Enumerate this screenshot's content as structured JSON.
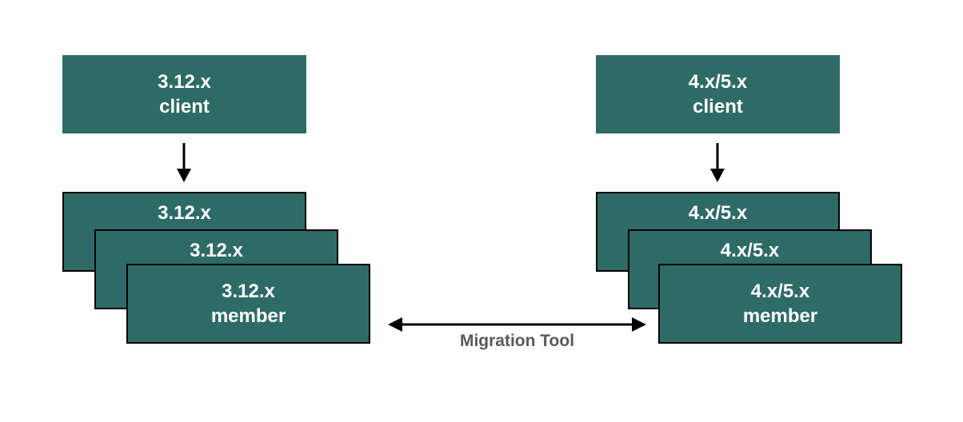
{
  "colors": {
    "box_fill": "#2e6b66",
    "box_border": "#000000",
    "box_text": "#ffffff",
    "arrow": "#000000",
    "migration_label_text": "#595959",
    "background": "#ffffff"
  },
  "left": {
    "client_line1": "3.12.x",
    "client_line2": "client",
    "stack_back": "3.12.x",
    "stack_middle": "3.12.x",
    "member_line1": "3.12.x",
    "member_line2": "member"
  },
  "right": {
    "client_line1": "4.x/5.x",
    "client_line2": "client",
    "stack_back": "4.x/5.x",
    "stack_middle": "4.x/5.x",
    "member_line1": "4.x/5.x",
    "member_line2": "member"
  },
  "center": {
    "migration_label": "Migration Tool"
  }
}
